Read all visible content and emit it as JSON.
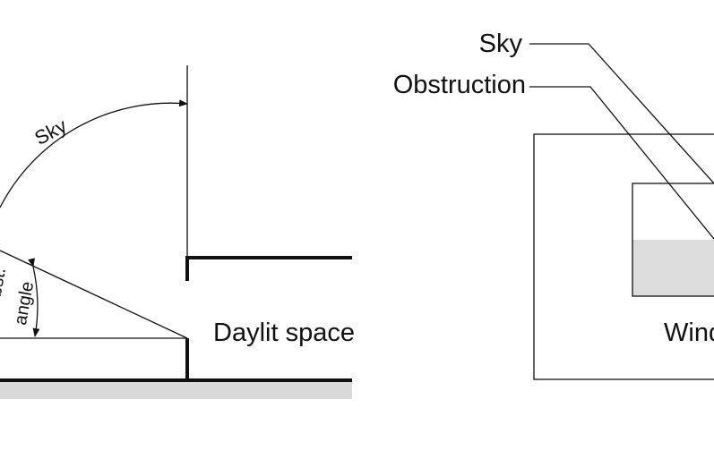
{
  "section_view": {
    "sky_label": "Sky",
    "angle_label_top": "Obst.",
    "angle_label_bottom": "angle",
    "space_label": "Daylit space"
  },
  "window_view": {
    "sky_label": "Sky",
    "obstruction_label": "Obstruction",
    "window_label": "Window"
  },
  "colors": {
    "line": "#111111",
    "ground": "#d9d9d9",
    "obstruction_fill": "#dcdcdc"
  }
}
